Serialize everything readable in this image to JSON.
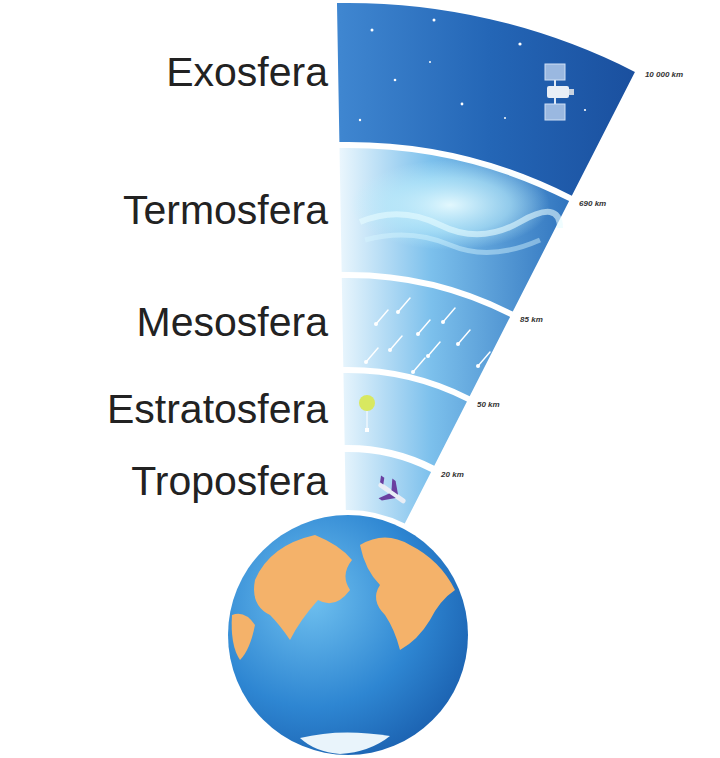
{
  "diagram": {
    "nodes": [
      {
        "text": [
          "Exosfera"
        ]
      },
      {
        "text": [
          "Termosfera"
        ]
      },
      {
        "text": [
          "Mesosfera"
        ]
      },
      {
        "text": [
          "Estratosfera"
        ]
      },
      {
        "text": [
          "Troposfera"
        ]
      }
    ],
    "labels": [
      "10 000 km",
      "690 km",
      "85 km",
      "50 km",
      "20 km"
    ]
  }
}
